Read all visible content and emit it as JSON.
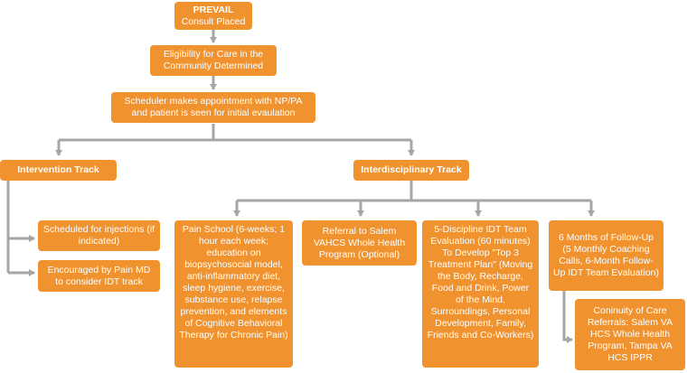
{
  "theme": {
    "box_color": "#f0932f",
    "box_text_color": "#ffffff",
    "connector_color": "#a6a6a6"
  },
  "nodes": {
    "prevail_title": "PREVAIL",
    "prevail_sub": "Consult Placed",
    "eligibility": "Eligibility for Care in the Community Determined",
    "scheduler": "Scheduler makes appointment with NP/PA and patient is seen for initial evaulation",
    "intervention_track": "Intervention Track",
    "interdisciplinary_track": "Interdisciplinary Track",
    "injections": "Scheduled for injections (if indicated)",
    "encouraged": "Encouraged by Pain MD to consider IDT track",
    "pain_school": "Pain School (6-weeks; 1 hour each week; education on biopsychosocial model, anti-inflammatory diet, sleep hygiene, exercise, substance use, relapse prevention, and elements of Cognitive Behavioral Therapy for Chronic Pain)",
    "whole_health": "Referral to Salem VAHCS Whole Health Program (Optional)",
    "idt_evaluation": "5-Discipline IDT Team Evaluation (60 minutes) To Develop \"Top 3 Treatment Plan\" (Moving the Body, Recharge, Food and Drink, Power of the Mind, Surroundings, Personal Development, Family, Friends and Co-Workers)",
    "follow_up": "6 Months of Follow-Up (5 Monthly Coaching Calls, 6-Month Follow-Up IDT Team Evaluation)",
    "continuity": "Coninuity of Care Referrals: Salem VA HCS Whole Health Program, Tampa VA HCS IPPR"
  }
}
